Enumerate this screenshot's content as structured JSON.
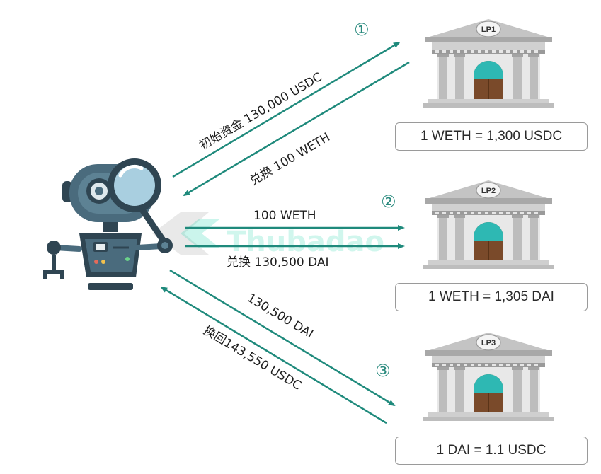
{
  "watermark": "Thubadao",
  "steps": [
    {
      "number": "①",
      "out_label": "初始资金 130,000 USDC",
      "back_label": "兑换 100 WETH"
    },
    {
      "number": "②",
      "out_label": "100 WETH",
      "back_label": "兑换 130,500 DAI"
    },
    {
      "number": "③",
      "out_label": "130,500 DAI",
      "back_label": "换回143,550 USDC"
    }
  ],
  "pools": [
    {
      "name": "LP1",
      "rate": "1 WETH = 1,300 USDC"
    },
    {
      "name": "LP2",
      "rate": "1 WETH = 1,305 DAI"
    },
    {
      "name": "LP3",
      "rate": "1 DAI = 1.1 USDC"
    }
  ],
  "icons": {
    "bot": "robot-with-magnifier-icon",
    "pool": "bank-building-icon",
    "watermark": "thubadao-logo-icon"
  },
  "colors": {
    "arrow": "#1f8a7c",
    "accent_teal": "#2eb8b3",
    "robot_body": "#4a6b7d",
    "robot_dark": "#2f4552",
    "bank_gray": "#b8b8b8",
    "bank_door": "#7a4a2a"
  }
}
